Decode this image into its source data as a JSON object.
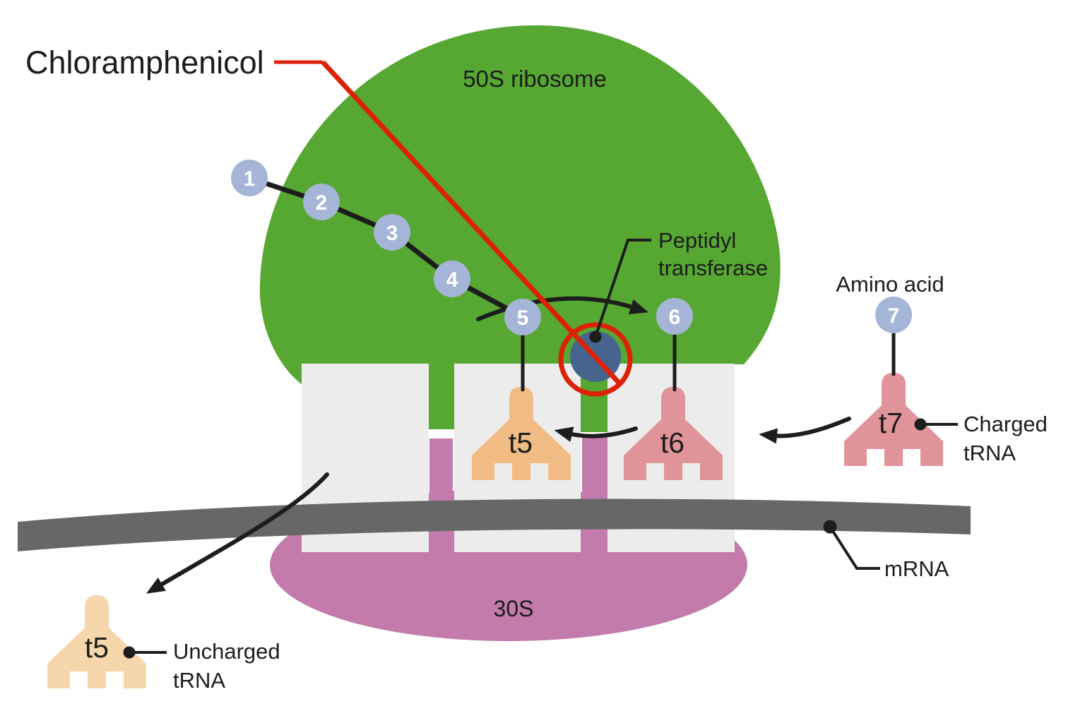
{
  "diagram_title": "Chloramphenicol",
  "labels": {
    "ribosome_50s": "50S ribosome",
    "ribosome_30s": "30S",
    "peptidyl_transferase_line1": "Peptidyl",
    "peptidyl_transferase_line2": "transferase",
    "amino_acid": "Amino acid",
    "mrna": "mRNA",
    "charged_trna_line1": "Charged",
    "charged_trna_line2": "tRNA",
    "uncharged_trna_line1": "Uncharged",
    "uncharged_trna_line2": "tRNA"
  },
  "amino_acids": [
    "1",
    "2",
    "3",
    "4",
    "5",
    "6",
    "7"
  ],
  "trna_labels": {
    "p_site": "t5",
    "a_site": "t6",
    "incoming": "t7",
    "ejected": "t5"
  },
  "colors": {
    "ribosome_50s_green": "#56a832",
    "ribosome_30s_purple": "#c27bab",
    "site_slot_gray": "#ececec",
    "mrna_gray": "#676767",
    "amino_acid_blue": "#a5b5d7",
    "peptidyl_transferase_blue": "#47648f",
    "inhibition_red": "#dd2109",
    "charged_trna_pink": "#e0949a",
    "p_site_trna_orange": "#f1bc83",
    "uncharged_trna_tan": "#f6d7ac",
    "line_black": "#1d1d1d"
  }
}
